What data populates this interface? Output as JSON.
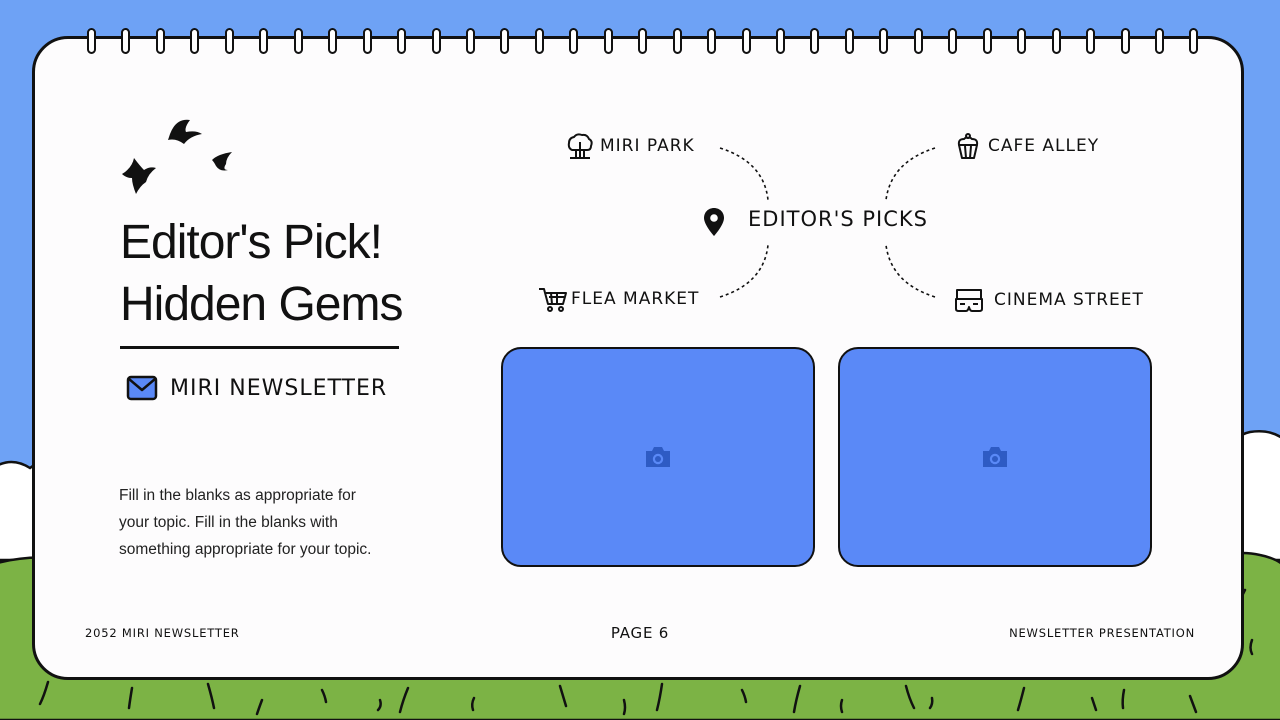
{
  "colors": {
    "sky": "#6ea2f5",
    "grass": "#7cb345",
    "card": "#fdfcfd",
    "photo_fill": "#5a89f7",
    "ink": "#111111"
  },
  "title": {
    "line1": "Editor's Pick!",
    "line2": "Hidden Gems"
  },
  "newsletter": {
    "icon": "mail-icon",
    "label": "MIRI NEWSLETTER"
  },
  "body_text": "Fill in the blanks as appropriate for your topic. Fill in the blanks with something appropriate for your topic.",
  "map": {
    "center": {
      "icon": "location-pin-icon",
      "label": "EDITOR'S PICKS"
    },
    "spots": [
      {
        "icon": "park-tree-icon",
        "label": "MIRI PARK"
      },
      {
        "icon": "cupcake-icon",
        "label": "CAFE ALLEY"
      },
      {
        "icon": "shopping-cart-icon",
        "label": "FLEA MARKET"
      },
      {
        "icon": "3d-glasses-icon",
        "label": "CINEMA STREET"
      }
    ]
  },
  "photos": [
    {
      "icon": "camera-icon"
    },
    {
      "icon": "camera-icon"
    }
  ],
  "footer": {
    "left": "2052 MIRI NEWSLETTER",
    "center": "PAGE 6",
    "right": "NEWSLETTER PRESENTATION"
  }
}
